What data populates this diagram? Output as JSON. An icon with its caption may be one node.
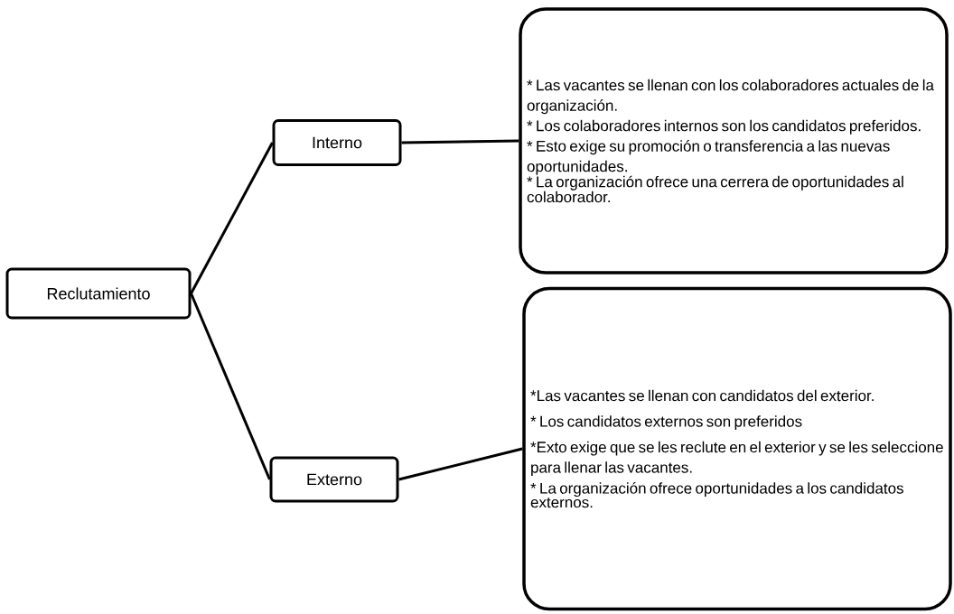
{
  "diagram": {
    "nodes": [
      {
        "text": [
          "Reclutamiento"
        ]
      },
      {
        "text": [
          "Interno"
        ]
      },
      {
        "text": [
          "Externo"
        ]
      },
      {
        "text": [
          "* Las vacantes se llenan con los colaboradores actuales de la organización.",
          "* Los colaboradores internos son los candidatos preferidos.",
          "*  Esto exige su promoción o transferencia a las nuevas oportunidades.",
          "* La organización ofrece una cerrera de oportunidades al colaborador."
        ]
      },
      {
        "text": [
          "*Las vacantes se llenan con candidatos del exterior.",
          "* Los candidatos externos son preferidos",
          "*Exto exige que se les reclute en el exterior y se les seleccione para llenar las vacantes.",
          "* La organización ofrece oportunidades a los candidatos externos."
        ]
      }
    ],
    "edges": [
      {
        "from": 0,
        "to": 1,
        "arrow": "none"
      },
      {
        "from": 0,
        "to": 2,
        "arrow": "none"
      },
      {
        "from": 1,
        "to": 3,
        "arrow": "none"
      },
      {
        "from": 2,
        "to": 4,
        "arrow": "none"
      }
    ]
  }
}
